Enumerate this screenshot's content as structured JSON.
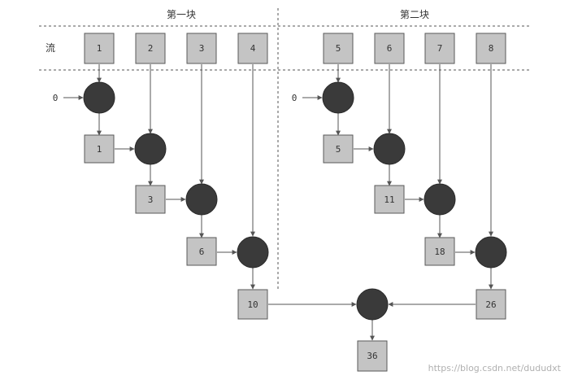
{
  "headers": {
    "block1": "第一块",
    "block2": "第二块",
    "stream": "流"
  },
  "inputs": [
    {
      "id": "in1",
      "label": "1"
    },
    {
      "id": "in2",
      "label": "2"
    },
    {
      "id": "in3",
      "label": "3"
    },
    {
      "id": "in4",
      "label": "4"
    },
    {
      "id": "in5",
      "label": "5"
    },
    {
      "id": "in6",
      "label": "6"
    },
    {
      "id": "in7",
      "label": "7"
    },
    {
      "id": "in8",
      "label": "8"
    }
  ],
  "initial_values": [
    {
      "id": "z1",
      "label": "0"
    },
    {
      "id": "z2",
      "label": "0"
    }
  ],
  "intermediates": [
    {
      "id": "p1",
      "label": "1"
    },
    {
      "id": "p2",
      "label": "3"
    },
    {
      "id": "p3",
      "label": "6"
    },
    {
      "id": "p4",
      "label": "10"
    },
    {
      "id": "q1",
      "label": "5"
    },
    {
      "id": "q2",
      "label": "11"
    },
    {
      "id": "q3",
      "label": "18"
    },
    {
      "id": "q4",
      "label": "26"
    }
  ],
  "result": {
    "id": "r",
    "label": "36"
  },
  "watermark": "https://blog.csdn.net/dududxt"
}
